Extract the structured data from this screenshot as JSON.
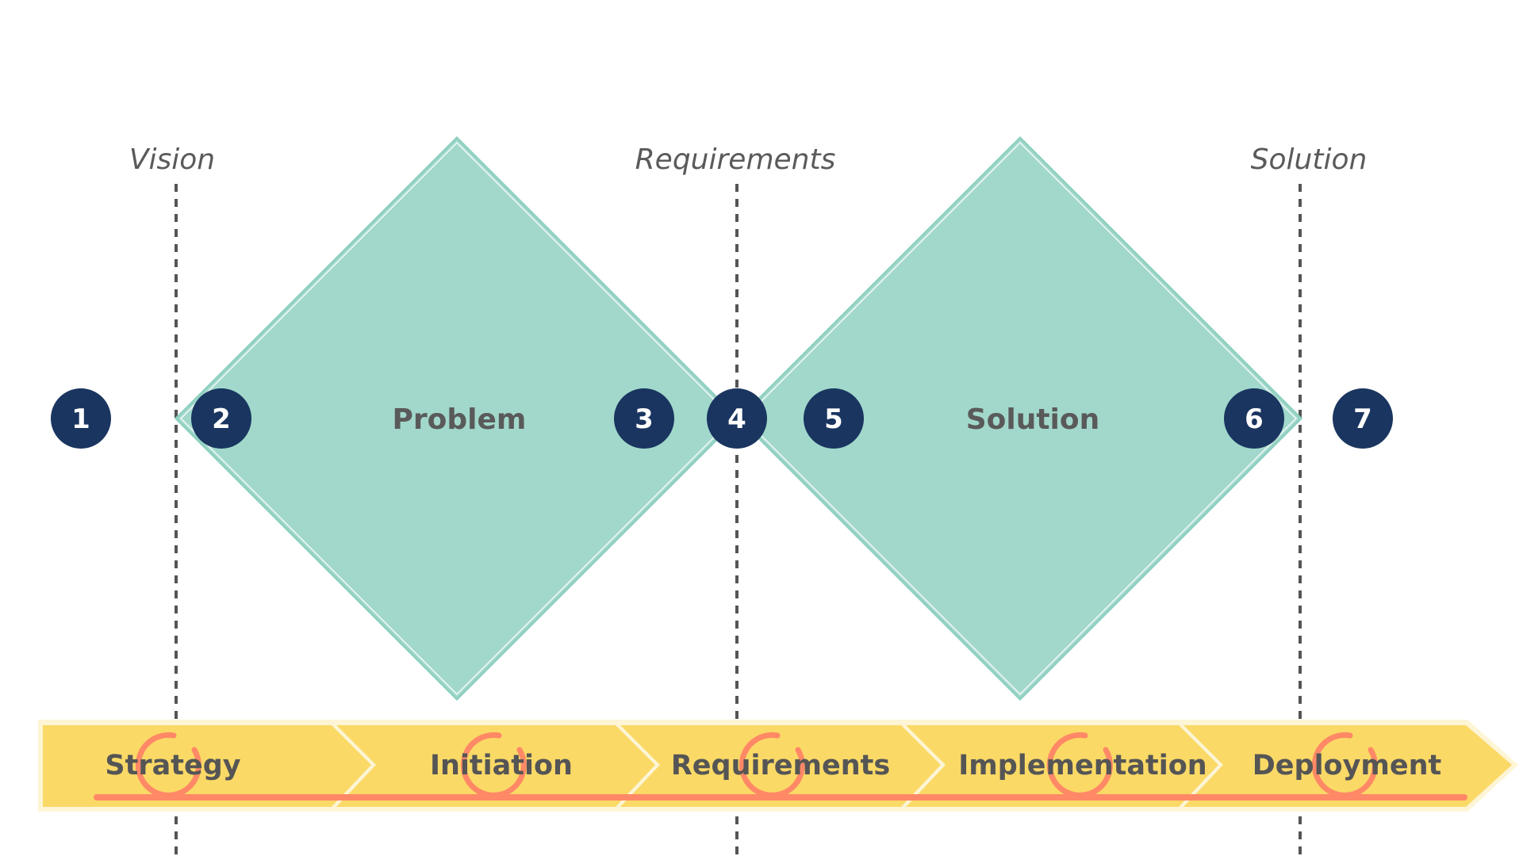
{
  "colors": {
    "diamond_fill": "#a1d8cb",
    "diamond_stroke": "#ffffff",
    "diamond_outline": "#8fd0c1",
    "step_fill": "#1a3560",
    "step_text": "#ffffff",
    "guide_line": "#555555",
    "chevron_fill": "#fad966",
    "chevron_separator": "#fdf5d5",
    "iteration_accent": "#ff8866",
    "label_text": "#5a5a5a"
  },
  "milestones": [
    {
      "label": "Vision"
    },
    {
      "label": "Requirements"
    },
    {
      "label": "Solution"
    }
  ],
  "diamonds": [
    {
      "label": "Problem"
    },
    {
      "label": "Solution"
    }
  ],
  "steps": [
    "1",
    "2",
    "3",
    "4",
    "5",
    "6",
    "7"
  ],
  "phases": [
    {
      "label": "Strategy",
      "icon": "iteration-cycle-icon"
    },
    {
      "label": "Initiation",
      "icon": "iteration-cycle-icon"
    },
    {
      "label": "Requirements",
      "icon": "iteration-cycle-icon"
    },
    {
      "label": "Implementation",
      "icon": "iteration-cycle-icon"
    },
    {
      "label": "Deployment",
      "icon": "iteration-cycle-icon"
    }
  ],
  "timeline_icon": "timeline-arrow-line"
}
